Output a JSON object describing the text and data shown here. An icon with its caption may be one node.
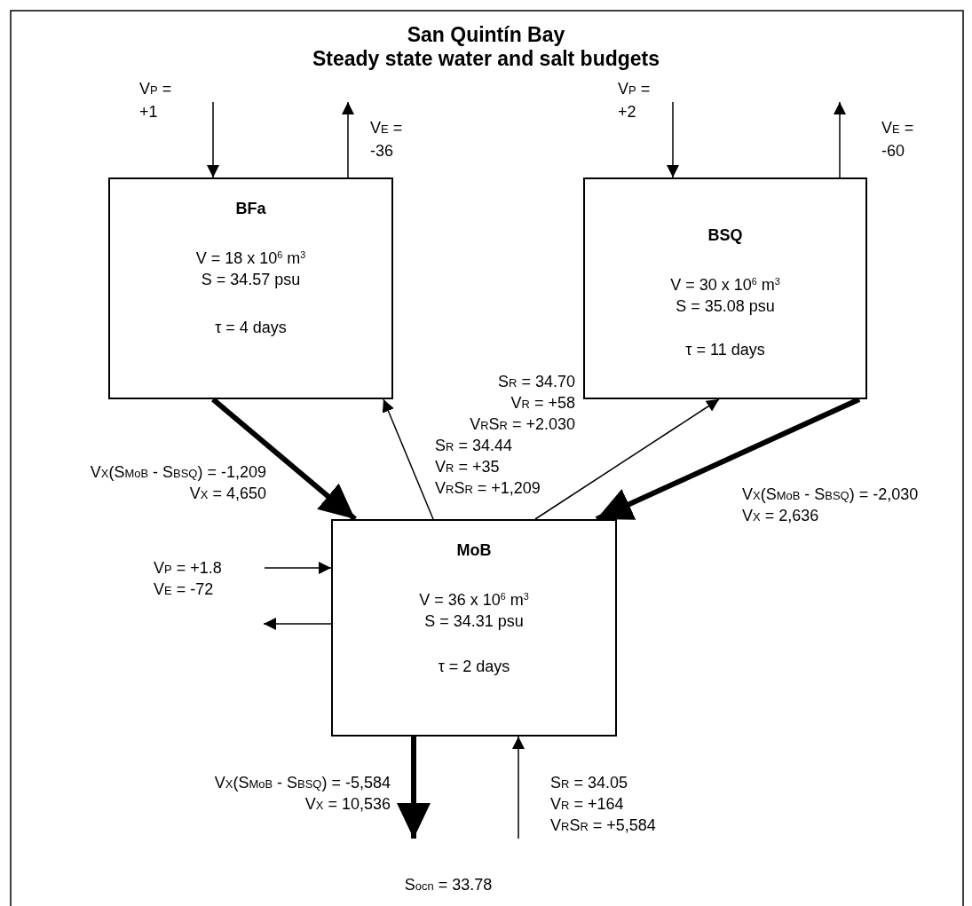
{
  "diagram": {
    "title": "San Quintín Bay",
    "nodes": [
      {
        "text": [
          "BFa",
          "V = 18 x 10$^{6}$ m$^{3}$",
          "S = 34.57 psu",
          "τ = 4 days"
        ]
      },
      {
        "text": [
          "BSQ",
          "V = 30 x 10$^{6}$ m$^{3}$",
          "S = 35.08 psu",
          "τ = 11 days"
        ]
      },
      {
        "text": [
          "MoB",
          "V = 36 x 10$^{6}$ m$^{3}$",
          "S = 34.31 psu",
          "τ = 2 days"
        ]
      }
    ],
    "edges": [
      {
        "from": null,
        "to": 0,
        "arrow": "to"
      },
      {
        "from": 0,
        "to": null,
        "arrow": "to"
      },
      {
        "from": null,
        "to": 1,
        "arrow": "to"
      },
      {
        "from": 1,
        "to": null,
        "arrow": "to"
      },
      {
        "from": 0,
        "to": 2,
        "arrow": "to",
        "style": "thick"
      },
      {
        "from": 2,
        "to": 0,
        "arrow": "to"
      },
      {
        "from": 2,
        "to": 1,
        "arrow": "to"
      },
      {
        "from": 1,
        "to": 2,
        "arrow": "to",
        "style": "thick"
      },
      {
        "from": null,
        "to": 2,
        "arrow": "to"
      },
      {
        "from": 2,
        "to": null,
        "arrow": "to"
      },
      {
        "from": 2,
        "to": null,
        "arrow": "to",
        "style": "thick"
      },
      {
        "from": null,
        "to": 2,
        "arrow": "to"
      }
    ],
    "labels": [
      "Steady state water and salt budgets",
      "V$_{P}$ = +1",
      "V$_{E}$ = -36",
      "V$_{P}$ = +2",
      "V$_{E}$ = -60",
      "S$_{R}$ = 34.44",
      "V$_{R}$ = +35",
      "V$_{R}$S$_{R}$ = +1,209",
      "S$_{R}$ = 34.70",
      "V$_{R}$ = +58",
      "V$_{R}$S$_{R}$ = +2.030",
      "V$_{X}$(S$_{MoB}$ - S$_{BSQ}$) = -1,209",
      "V$_{X}$ = 4,650",
      "V$_{X}$(S$_{MoB}$ - S$_{BSQ}$) = -2,030",
      "V$_{X}$ = 2,636",
      "V$_{P}$ = +1.8",
      "V$_{E}$ = -72",
      "V$_{X}$(S$_{MoB}$ - S$_{BSQ}$) = -5,584",
      "V$_{X}$ = 10,536",
      "S$_{R}$ = 34.05",
      "V$_{R}$ = +164",
      "V$_{R}$S$_{R}$ = +5,584",
      "S$_{ocn}$ = 33.78"
    ]
  }
}
